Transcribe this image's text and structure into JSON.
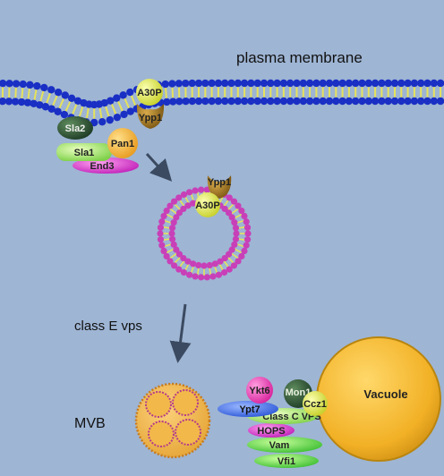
{
  "colors": {
    "background": "#9eb5d4",
    "membrane_head": "#1a2fc4",
    "membrane_tail": "#e6e25a",
    "vesicle_head": "#c840b8",
    "vacuole": "#f0b42a",
    "arrow": "#3b4a60"
  },
  "labels": {
    "plasma_membrane": "plasma membrane",
    "class_e_vps": "class E vps",
    "mvb": "MVB",
    "vacuole": "Vacuole"
  },
  "proteins": {
    "a30p_top": "A30P",
    "ypp1_top": "Ypp1",
    "sla2": "Sla2",
    "sla1": "Sla1",
    "pan1": "Pan1",
    "end3": "End3",
    "ypp1_vesicle": "Ypp1",
    "a30p_vesicle": "A30P",
    "ykt6": "Ykt6",
    "ypt7": "Ypt7",
    "mon1": "Mon1",
    "ccz1": "Ccz1",
    "class_c_vps": "Class C VPS",
    "hops": "HOPS",
    "vam": "Vam",
    "vfi1": "Vfi1"
  }
}
